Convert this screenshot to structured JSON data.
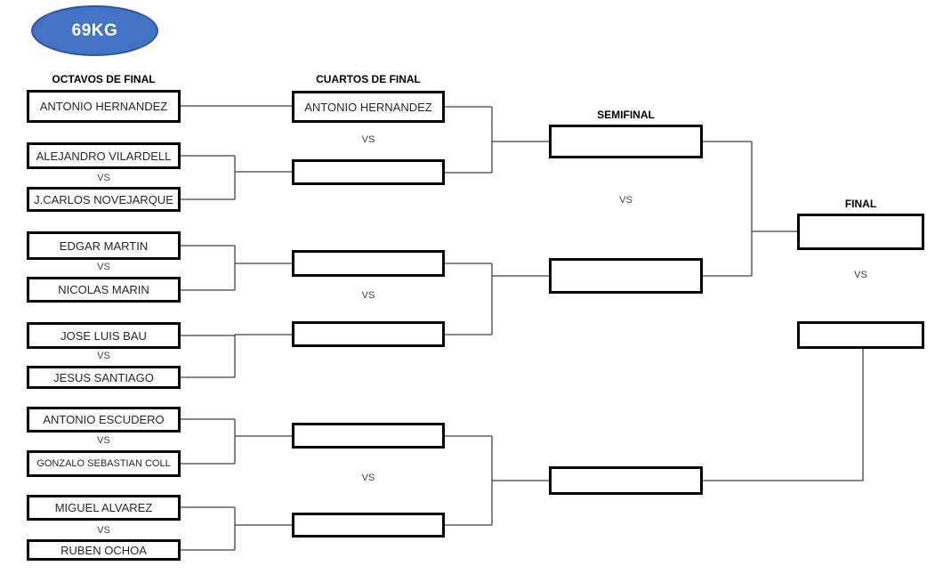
{
  "badge": {
    "label": "69KG",
    "fill_color": "#4472C4",
    "border_color": "#2F5597",
    "text_color": "#FFFFFF"
  },
  "vs_label": "VS",
  "rounds": {
    "octavos": {
      "title": "OCTAVOS DE FINAL"
    },
    "cuartos": {
      "title": "CUARTOS DE FINAL"
    },
    "semifinal": {
      "title": "SEMIFINAL"
    },
    "final": {
      "title": "FINAL"
    }
  },
  "octavos": [
    {
      "name": "ANTONIO HERNANDEZ"
    },
    {
      "name": "ALEJANDRO VILARDELL"
    },
    {
      "name": "J.CARLOS NOVEJARQUE"
    },
    {
      "name": "EDGAR MARTIN"
    },
    {
      "name": "NICOLAS MARIN"
    },
    {
      "name": "JOSE LUIS BAU"
    },
    {
      "name": "JESUS SANTIAGO"
    },
    {
      "name": "ANTONIO ESCUDERO"
    },
    {
      "name": "GONZALO SEBASTIAN COLL"
    },
    {
      "name": "MIGUEL ALVAREZ"
    },
    {
      "name": "RUBEN OCHOA"
    }
  ],
  "cuartos": [
    {
      "name": "ANTONIO HERNANDEZ"
    },
    {
      "name": ""
    },
    {
      "name": ""
    },
    {
      "name": ""
    },
    {
      "name": ""
    },
    {
      "name": ""
    }
  ],
  "semifinal": [
    {
      "name": ""
    },
    {
      "name": ""
    },
    {
      "name": ""
    }
  ],
  "final": [
    {
      "name": ""
    },
    {
      "name": ""
    }
  ],
  "colors": {
    "box_border": "#000000",
    "connector": "#404040",
    "text": "#262626"
  }
}
